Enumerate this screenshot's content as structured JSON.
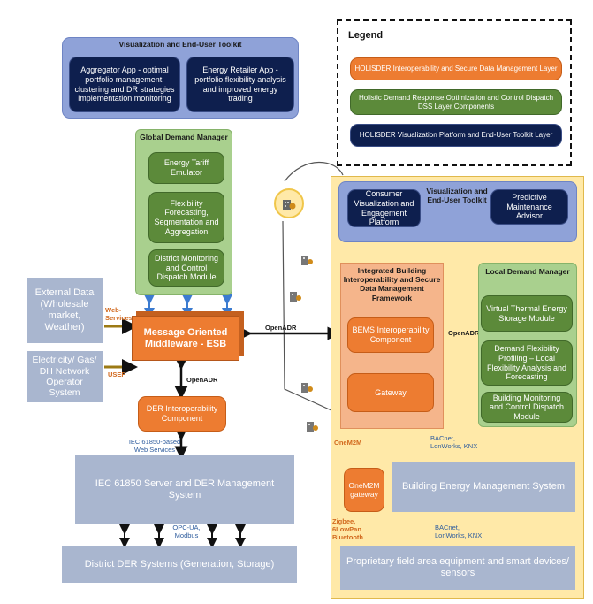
{
  "viz_toolkit_top": {
    "title": "Visualization and End-User Toolkit",
    "aggregator_app": "Aggregator App - optimal portfolio management, clustering and DR strategies implementation monitoring",
    "retailer_app": "Energy Retailer App - portfolio flexibility analysis and improved energy trading"
  },
  "legend": {
    "title": "Legend",
    "interoperability": "HOLISDER Interoperability and Secure Data Management Layer",
    "optimization": "Holistic Demand Response Optimization and Control Dispatch DSS Layer Components",
    "visualization": "HOLISDER Visualization Platform and End-User Toolkit Layer"
  },
  "global_manager": {
    "title": "Global Demand Manager",
    "tariff": "Energy Tariff Emulator",
    "flexibility": "Flexibility Forecasting, Segmentation and Aggregation",
    "district": "District Monitoring and Control Dispatch Module"
  },
  "left_inputs": {
    "external_data": "External Data (Wholesale market, Weather)",
    "operator": "Electricity/ Gas/ DH Network Operator System",
    "web_services": "Web-Services",
    "usef": "USEF"
  },
  "center": {
    "esb": "Message Oriented Middleware - ESB",
    "openadr_down": "OpenADR",
    "openadr_right": "OpenADR",
    "der_component": "DER Interoperability Component",
    "iec_services": "IEC 61850-based Web Services",
    "iec_server": "IEC 61850 Server and DER Management System",
    "opc": "OPC-UA, Modbus",
    "district_der": "District DER Systems (Generation, Storage)"
  },
  "building": {
    "consumer_platform": "Consumer Visualization and Engagement Platform",
    "viz_toolkit": "Visualization and End-User Toolkit",
    "predictive": "Predictive Maintenance Advisor",
    "ibisdm_title": "Integrated Building Interoperability and Secure Data Management Framework",
    "bems_component": "BEMS Interoperability Component",
    "gateway": "Gateway",
    "openadr": "OpenADR",
    "ldm_title": "Local Demand Manager",
    "thermal": "Virtual Thermal Energy Storage Module",
    "profiling": "Demand Flexibility Profiling – Local Flexibility Analysis and Forecasting",
    "monitoring": "Building Monitoring and Control Dispatch Module",
    "onem2m_label": "OneM2M",
    "bacnet_top": "BACnet, LonWorks, KNX",
    "onem2m_gateway": "OneM2M gateway",
    "bems": "Building Energy Management System",
    "zigbee": "Zigbee, 6LowPan Bluetooth",
    "bacnet_bottom": "BACnet, LonWorks, KNX",
    "field": "Proprietary field area equipment and smart devices/ sensors"
  },
  "colors": {
    "navy": "#0e1f4e",
    "green": "#5c8a3a",
    "orange": "#ed7c31",
    "steel": "#a9b6cf",
    "lavender": "#8fa2d8",
    "building_bg": "#ffe9a8"
  },
  "icons": [
    "building-icon",
    "gear-icon",
    "arrow-icon"
  ]
}
